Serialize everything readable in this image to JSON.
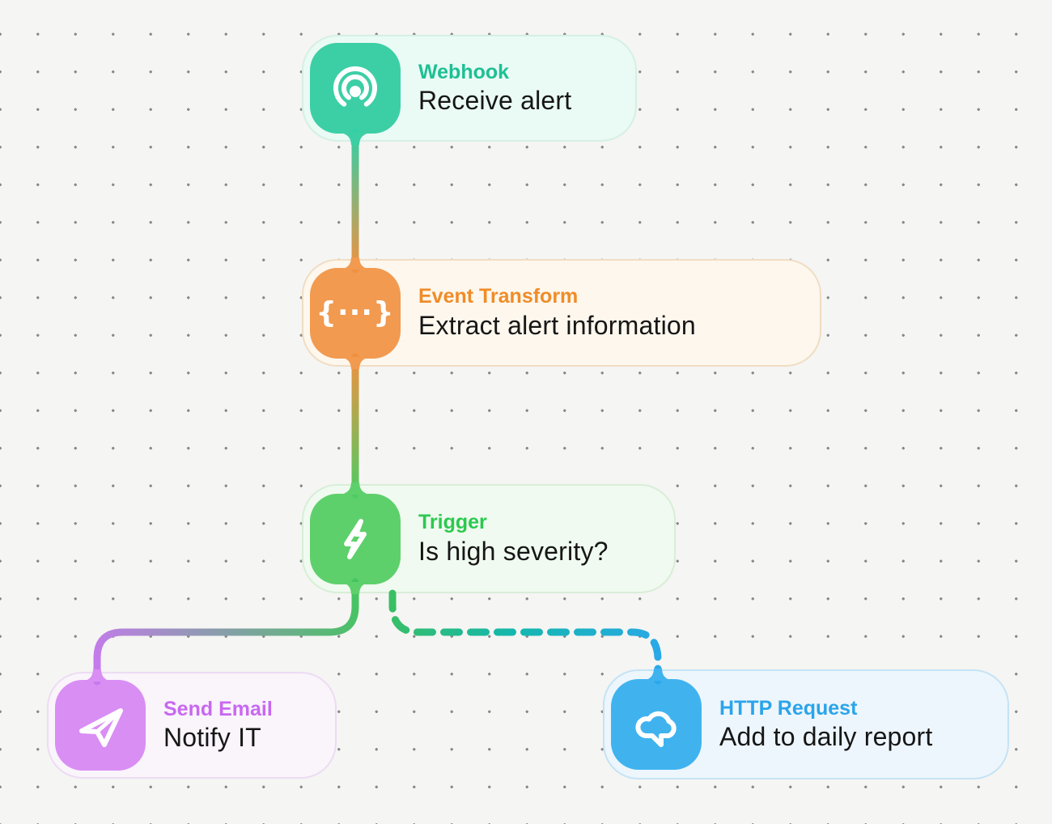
{
  "canvas": {
    "background_color": "#f5f5f3",
    "dot_color": "#8a8a8a"
  },
  "nodes": [
    {
      "id": "webhook",
      "type_label": "Webhook",
      "title": "Receive alert",
      "icon": "broadcast-icon",
      "accent_color": "#1dc095",
      "icon_bg_color": "#3ccfa6",
      "card_bg_color": "#eafaf4",
      "card_border_color": "#d5f0e4"
    },
    {
      "id": "event-transform",
      "type_label": "Event Transform",
      "title": "Extract alert information",
      "icon": "braces-dots-icon",
      "icon_glyph": "{···}",
      "accent_color": "#f08c28",
      "icon_bg_color": "#f19a50",
      "card_bg_color": "#fdf7ed",
      "card_border_color": "#f0ddc4"
    },
    {
      "id": "trigger",
      "type_label": "Trigger",
      "title": "Is high severity?",
      "icon": "lightning-icon",
      "accent_color": "#2cc94f",
      "icon_bg_color": "#5ed06b",
      "card_bg_color": "#f0faf0",
      "card_border_color": "#d7eed7"
    },
    {
      "id": "send-email",
      "type_label": "Send Email",
      "title": "Notify IT",
      "icon": "paper-plane-icon",
      "accent_color": "#c868f0",
      "icon_bg_color": "#d98ef4",
      "card_bg_color": "#faf4fb",
      "card_border_color": "#ecdcf3"
    },
    {
      "id": "http-request",
      "type_label": "HTTP Request",
      "title": "Add to daily report",
      "icon": "cloud-message-icon",
      "accent_color": "#2ba4ea",
      "icon_bg_color": "#40b3ef",
      "card_bg_color": "#edf6fc",
      "card_border_color": "#c4e3f5"
    }
  ],
  "connectors": [
    {
      "from": "webhook",
      "to": "event-transform",
      "style": "solid",
      "gradient": [
        "#33cfa5",
        "#f09140"
      ]
    },
    {
      "from": "event-transform",
      "to": "trigger",
      "style": "solid",
      "gradient": [
        "#f09140",
        "#4ecb62"
      ]
    },
    {
      "from": "trigger",
      "to": "send-email",
      "style": "solid",
      "gradient": [
        "#44c55f",
        "#c779ef"
      ]
    },
    {
      "from": "trigger",
      "to": "http-request",
      "style": "dashed",
      "gradient": [
        "#3abf63",
        "#15b7ad",
        "#2aa8eb"
      ]
    }
  ]
}
